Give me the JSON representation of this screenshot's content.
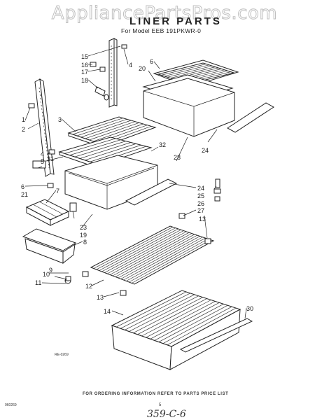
{
  "watermark": "AppliancePartsPros.com",
  "title": "LINER PARTS",
  "model": "For Model EEB 191PKWR-0",
  "small_code": "RE-0269",
  "footer": "FOR ORDERING INFORMATION REFER TO PARTS PRICE LIST",
  "doc_number": "960269",
  "page_number": "5",
  "handwritten": "359-C-6",
  "callouts": [
    "15",
    "16",
    "17",
    "18",
    "4",
    "20",
    "6",
    "1",
    "2",
    "3",
    "4",
    "5",
    "31",
    "6",
    "21",
    "7",
    "32",
    "24",
    "25",
    "26",
    "27",
    "13",
    "24",
    "28",
    "23",
    "19",
    "8",
    "9",
    "10",
    "11",
    "12",
    "13",
    "14",
    "30"
  ]
}
